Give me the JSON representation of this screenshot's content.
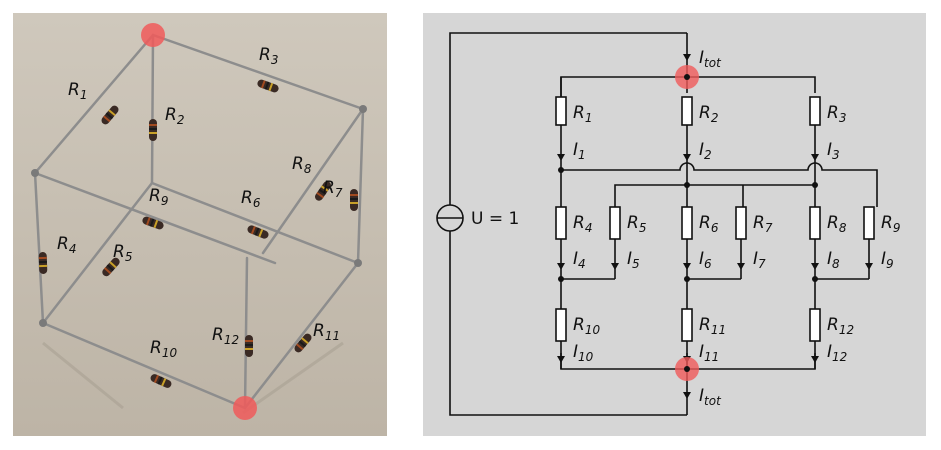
{
  "photo": {
    "resistors": [
      {
        "name": "R",
        "sub": "1"
      },
      {
        "name": "R",
        "sub": "2"
      },
      {
        "name": "R",
        "sub": "3"
      },
      {
        "name": "R",
        "sub": "4"
      },
      {
        "name": "R",
        "sub": "5"
      },
      {
        "name": "R",
        "sub": "6"
      },
      {
        "name": "R",
        "sub": "7"
      },
      {
        "name": "R",
        "sub": "8"
      },
      {
        "name": "R",
        "sub": "9"
      },
      {
        "name": "R",
        "sub": "10"
      },
      {
        "name": "R",
        "sub": "11"
      },
      {
        "name": "R",
        "sub": "12"
      }
    ]
  },
  "circuit": {
    "source_label": "U = 1",
    "total_current": {
      "name": "I",
      "sub": "tot"
    },
    "resistors": [
      {
        "name": "R",
        "sub": "1"
      },
      {
        "name": "R",
        "sub": "2"
      },
      {
        "name": "R",
        "sub": "3"
      },
      {
        "name": "R",
        "sub": "4"
      },
      {
        "name": "R",
        "sub": "5"
      },
      {
        "name": "R",
        "sub": "6"
      },
      {
        "name": "R",
        "sub": "7"
      },
      {
        "name": "R",
        "sub": "8"
      },
      {
        "name": "R",
        "sub": "9"
      },
      {
        "name": "R",
        "sub": "10"
      },
      {
        "name": "R",
        "sub": "11"
      },
      {
        "name": "R",
        "sub": "12"
      }
    ],
    "currents": [
      {
        "name": "I",
        "sub": "1"
      },
      {
        "name": "I",
        "sub": "2"
      },
      {
        "name": "I",
        "sub": "3"
      },
      {
        "name": "I",
        "sub": "4"
      },
      {
        "name": "I",
        "sub": "5"
      },
      {
        "name": "I",
        "sub": "6"
      },
      {
        "name": "I",
        "sub": "7"
      },
      {
        "name": "I",
        "sub": "8"
      },
      {
        "name": "I",
        "sub": "9"
      },
      {
        "name": "I",
        "sub": "10"
      },
      {
        "name": "I",
        "sub": "11"
      },
      {
        "name": "I",
        "sub": "12"
      }
    ]
  },
  "colors": {
    "highlight": "#f05a5a",
    "wire": "#111111",
    "photo_bg": "#c9c2b6",
    "circuit_bg": "#d6d6d6"
  }
}
